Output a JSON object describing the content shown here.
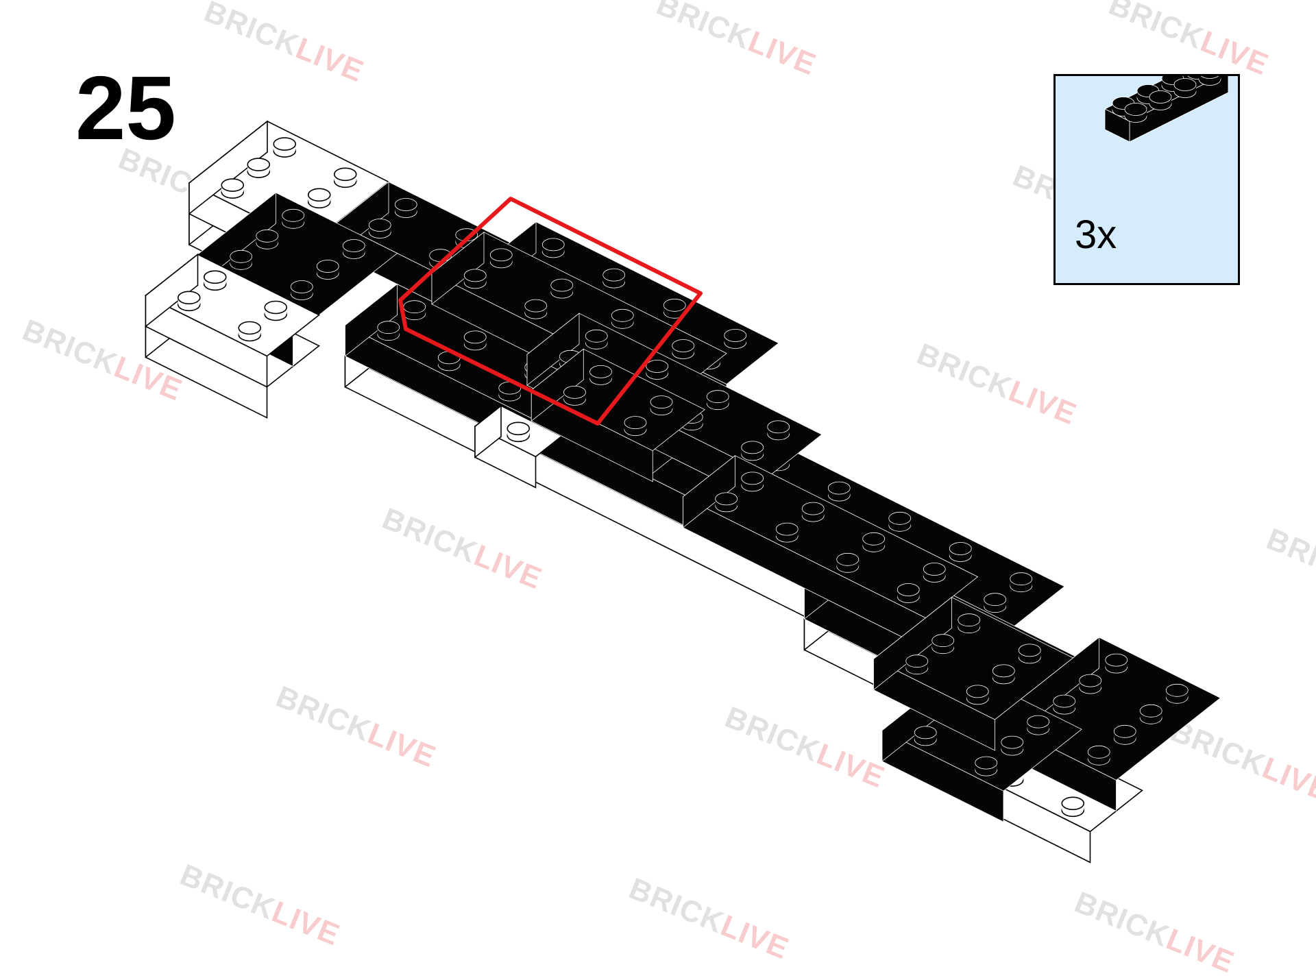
{
  "step": {
    "number": "25"
  },
  "parts_callout": {
    "quantity": "3x",
    "part": "2x4 brick",
    "part_color": "#000000",
    "background_color": "#d4ecfb"
  },
  "model": {
    "brick_colors": {
      "black": "#050505",
      "white": "#ffffff"
    },
    "highlight_color": "#e8191c",
    "highlight_description": "3 new 2x4 black bricks placed on top"
  },
  "watermark": {
    "part_a": "BRICK",
    "part_b": "LIVE"
  }
}
